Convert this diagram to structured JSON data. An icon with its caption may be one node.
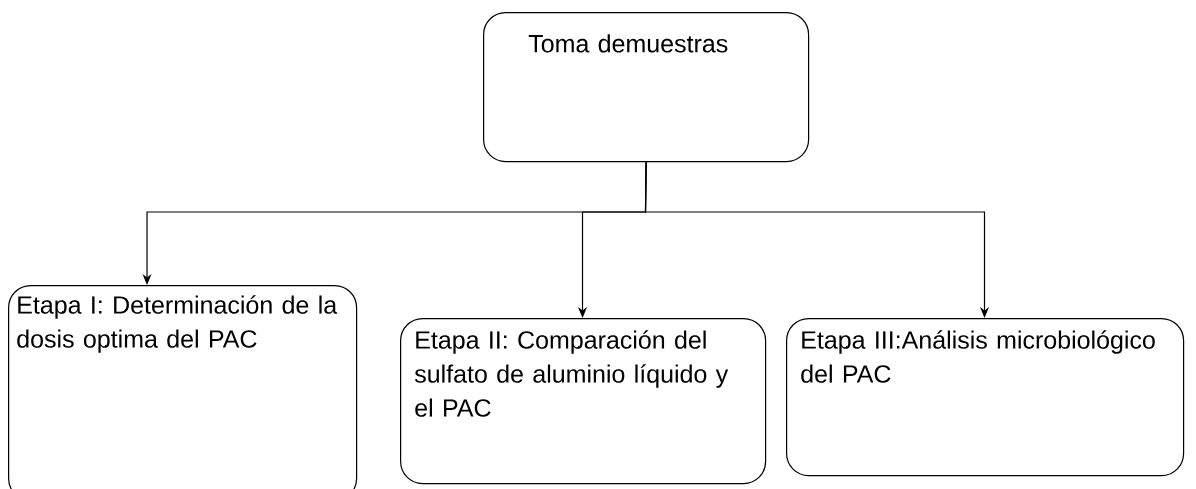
{
  "diagram": {
    "nodes": [
      {
        "text": [
          "Toma demuestras"
        ]
      },
      {
        "text": [
          "Etapa I: Determinación de la dosis optima del PAC"
        ]
      },
      {
        "text": [
          "Etapa II: Comparación del sulfato de aluminio líquido y el PAC"
        ]
      },
      {
        "text": [
          "Etapa III:Análisis microbiológico del PAC"
        ]
      }
    ],
    "edges": [
      {
        "from": 0,
        "to": 1,
        "arrow": "to"
      },
      {
        "from": 0,
        "to": 2,
        "arrow": "to"
      },
      {
        "from": 0,
        "to": 3,
        "arrow": "to"
      }
    ]
  }
}
